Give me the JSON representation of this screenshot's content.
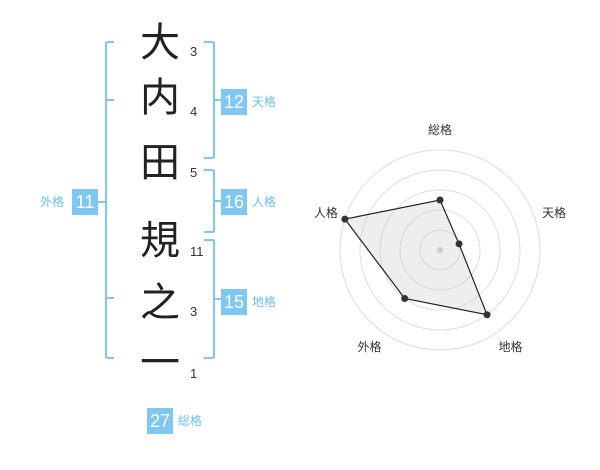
{
  "colors": {
    "bracket": "#7ec8f2",
    "badge": "#7ec8f2",
    "label": "#6cbfe8",
    "text": "#222222"
  },
  "name": {
    "characters": [
      {
        "char": "大",
        "strokes": "3"
      },
      {
        "char": "内",
        "strokes": "4"
      },
      {
        "char": "田",
        "strokes": "5"
      },
      {
        "char": "規",
        "strokes": "11"
      },
      {
        "char": "之",
        "strokes": "3"
      },
      {
        "char": "一",
        "strokes": "1"
      }
    ]
  },
  "fortune": {
    "tenkaku": {
      "value": "12",
      "label": "天格"
    },
    "jinkaku": {
      "value": "16",
      "label": "人格"
    },
    "chikaku": {
      "value": "15",
      "label": "地格"
    },
    "gaikaku": {
      "value": "11",
      "label": "外格"
    },
    "soukaku": {
      "value": "27",
      "label": "総格"
    }
  },
  "chart_data": {
    "type": "radar",
    "axes": [
      "総格",
      "天格",
      "地格",
      "外格",
      "人格"
    ],
    "values": [
      2.5,
      1,
      4,
      3,
      5
    ],
    "rmax": 5,
    "rings": 5
  }
}
